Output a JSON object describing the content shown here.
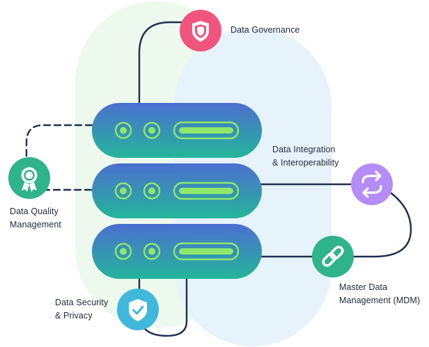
{
  "nodes": {
    "governance": {
      "label": "Data Governance",
      "icon": "shield-icon",
      "color": "#f0567d"
    },
    "integration": {
      "label": "Data Integration\n& Interoperability",
      "icon": "sync-arrows-icon",
      "color": "#b48cf5"
    },
    "mdm": {
      "label": "Master Data\nManagement (MDM)",
      "icon": "link-icon",
      "color": "#2fb38a"
    },
    "security": {
      "label": "Data Security\n& Privacy",
      "icon": "shield-check-icon",
      "color": "#3fb8dc"
    },
    "quality": {
      "label": "Data Quality\nManagement",
      "icon": "award-badge-icon",
      "color": "#2fb38a"
    }
  },
  "server_stack": {
    "units": 3,
    "icon": "server-icon"
  },
  "colors": {
    "connector": "#1f2d4f",
    "server_top": "#4b6fd0",
    "server_bottom": "#24b59a",
    "indicator": "#8ee86a",
    "blob_green": "#ecf9ec",
    "blob_blue": "#e6f3fb"
  }
}
